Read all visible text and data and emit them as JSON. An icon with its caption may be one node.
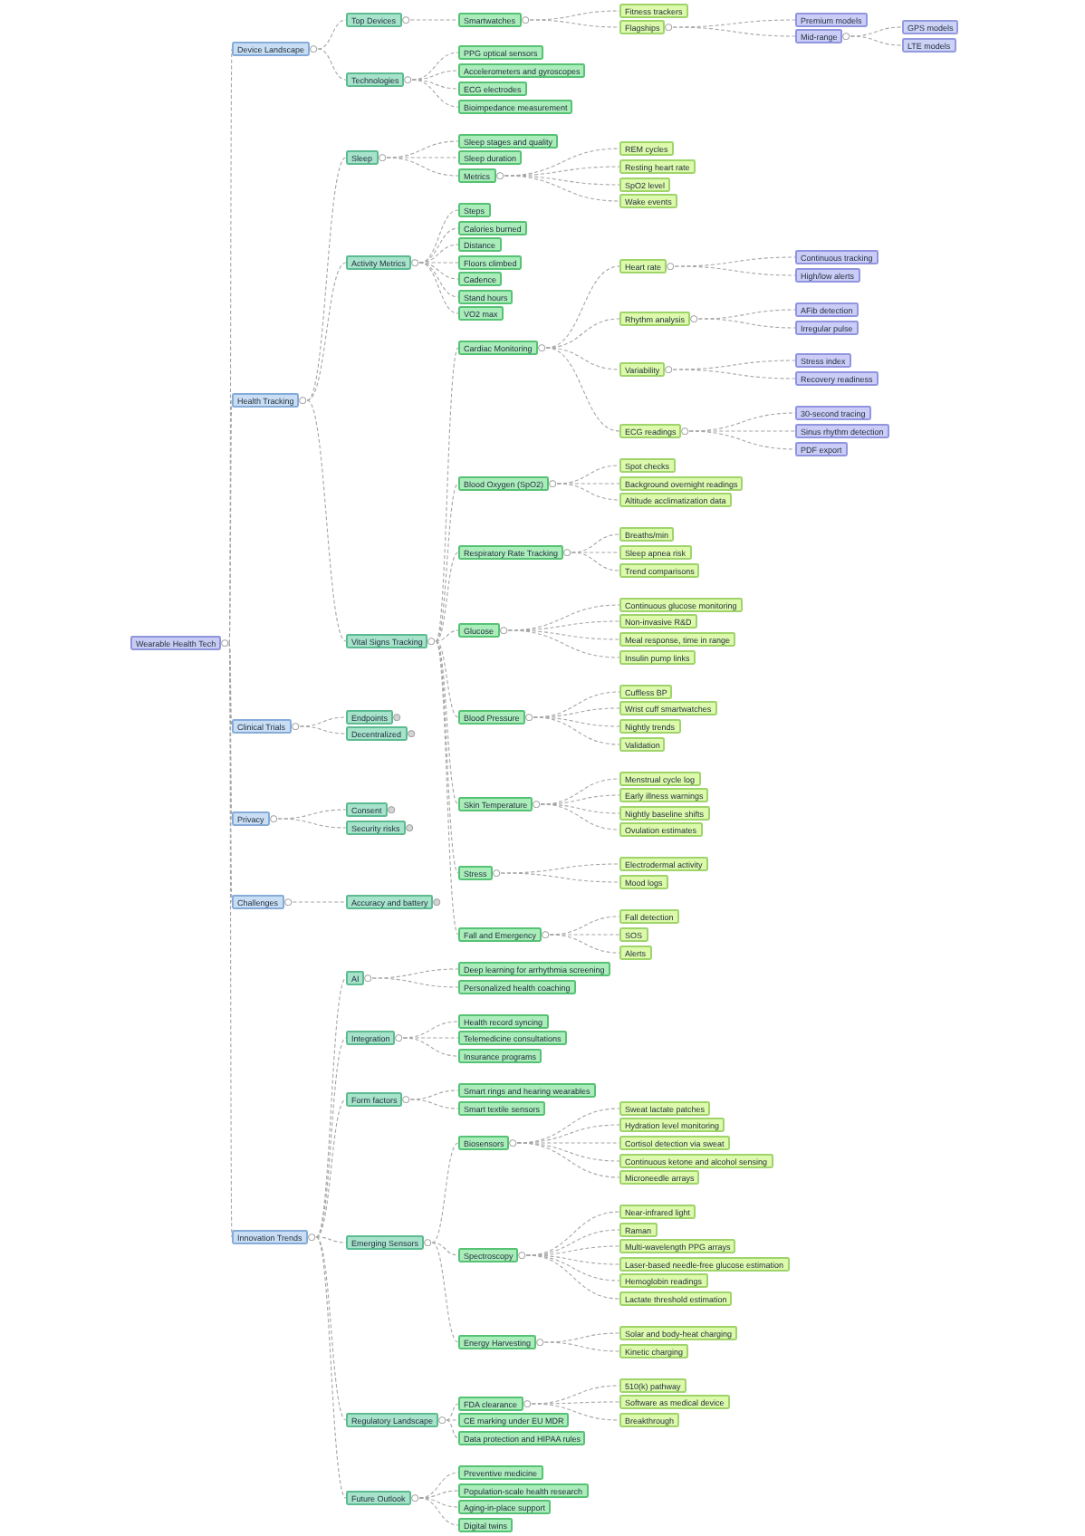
{
  "diagram": {
    "nodes": [
      {
        "text": [
          "Wearable Health Tech"
        ]
      },
      {
        "text": [
          "Device Landscape"
        ]
      },
      {
        "text": [
          "Top Devices"
        ]
      },
      {
        "text": [
          "Smartwatches"
        ]
      },
      {
        "text": [
          "Fitness trackers"
        ]
      },
      {
        "text": [
          "Flagships"
        ]
      },
      {
        "text": [
          "Premium models"
        ]
      },
      {
        "text": [
          "Mid-range"
        ]
      },
      {
        "text": [
          "GPS models"
        ]
      },
      {
        "text": [
          "LTE models"
        ]
      },
      {
        "text": [
          "Technologies"
        ]
      },
      {
        "text": [
          "PPG optical sensors"
        ]
      },
      {
        "text": [
          "Accelerometers and gyroscopes"
        ]
      },
      {
        "text": [
          "ECG electrodes"
        ]
      },
      {
        "text": [
          "Bioimpedance measurement"
        ]
      },
      {
        "text": [
          "Health Tracking"
        ]
      },
      {
        "text": [
          "Sleep"
        ]
      },
      {
        "text": [
          "Sleep stages and quality"
        ]
      },
      {
        "text": [
          "Sleep duration"
        ]
      },
      {
        "text": [
          "Metrics"
        ]
      },
      {
        "text": [
          "REM cycles"
        ]
      },
      {
        "text": [
          "Resting heart rate"
        ]
      },
      {
        "text": [
          "SpO2 level"
        ]
      },
      {
        "text": [
          "Wake events"
        ]
      },
      {
        "text": [
          "Activity Metrics"
        ]
      },
      {
        "text": [
          "Steps"
        ]
      },
      {
        "text": [
          "Calories burned"
        ]
      },
      {
        "text": [
          "Distance"
        ]
      },
      {
        "text": [
          "Floors climbed"
        ]
      },
      {
        "text": [
          "Cadence"
        ]
      },
      {
        "text": [
          "Stand hours"
        ]
      },
      {
        "text": [
          "VO2 max"
        ]
      },
      {
        "text": [
          "Vital Signs Tracking"
        ]
      },
      {
        "text": [
          "Cardiac Monitoring"
        ]
      },
      {
        "text": [
          "Heart rate"
        ]
      },
      {
        "text": [
          "Continuous tracking"
        ]
      },
      {
        "text": [
          "High/low alerts"
        ]
      },
      {
        "text": [
          "Rhythm analysis"
        ]
      },
      {
        "text": [
          "AFib detection"
        ]
      },
      {
        "text": [
          "Irregular pulse"
        ]
      },
      {
        "text": [
          "Variability"
        ]
      },
      {
        "text": [
          "Stress index"
        ]
      },
      {
        "text": [
          "Recovery readiness"
        ]
      },
      {
        "text": [
          "ECG readings"
        ]
      },
      {
        "text": [
          "30-second tracing"
        ]
      },
      {
        "text": [
          "Sinus rhythm detection"
        ]
      },
      {
        "text": [
          "PDF export"
        ]
      },
      {
        "text": [
          "Blood Oxygen (SpO2)"
        ]
      },
      {
        "text": [
          "Spot checks"
        ]
      },
      {
        "text": [
          "Background overnight readings"
        ]
      },
      {
        "text": [
          "Altitude acclimatization data"
        ]
      },
      {
        "text": [
          "Respiratory Rate Tracking"
        ]
      },
      {
        "text": [
          "Breaths/min"
        ]
      },
      {
        "text": [
          "Sleep apnea risk"
        ]
      },
      {
        "text": [
          "Trend comparisons"
        ]
      },
      {
        "text": [
          "Glucose"
        ]
      },
      {
        "text": [
          "Continuous glucose monitoring"
        ]
      },
      {
        "text": [
          "Non-invasive R&D"
        ]
      },
      {
        "text": [
          "Meal response, time in range"
        ]
      },
      {
        "text": [
          "Insulin pump links"
        ]
      },
      {
        "text": [
          "Blood Pressure"
        ]
      },
      {
        "text": [
          "Cuffless BP"
        ]
      },
      {
        "text": [
          "Wrist cuff smartwatches"
        ]
      },
      {
        "text": [
          "Nightly trends"
        ]
      },
      {
        "text": [
          "Validation"
        ]
      },
      {
        "text": [
          "Skin Temperature"
        ]
      },
      {
        "text": [
          "Menstrual cycle log"
        ]
      },
      {
        "text": [
          "Early illness warnings"
        ]
      },
      {
        "text": [
          "Nightly baseline shifts"
        ]
      },
      {
        "text": [
          "Ovulation estimates"
        ]
      },
      {
        "text": [
          "Stress"
        ]
      },
      {
        "text": [
          "Electrodermal activity"
        ]
      },
      {
        "text": [
          "Mood logs"
        ]
      },
      {
        "text": [
          "Fall and Emergency"
        ]
      },
      {
        "text": [
          "Fall detection"
        ]
      },
      {
        "text": [
          "SOS"
        ]
      },
      {
        "text": [
          "Alerts"
        ]
      },
      {
        "text": [
          "Clinical Trials"
        ]
      },
      {
        "text": [
          "Endpoints"
        ]
      },
      {
        "text": [
          "Decentralized"
        ]
      },
      {
        "text": [
          "Privacy"
        ]
      },
      {
        "text": [
          "Consent"
        ]
      },
      {
        "text": [
          "Security risks"
        ]
      },
      {
        "text": [
          "Challenges"
        ]
      },
      {
        "text": [
          "Accuracy and battery"
        ]
      },
      {
        "text": [
          "Innovation Trends"
        ]
      },
      {
        "text": [
          "AI"
        ]
      },
      {
        "text": [
          "Deep learning for arrhythmia screening"
        ]
      },
      {
        "text": [
          "Personalized health coaching"
        ]
      },
      {
        "text": [
          "Integration"
        ]
      },
      {
        "text": [
          "Health record syncing"
        ]
      },
      {
        "text": [
          "Telemedicine consultations"
        ]
      },
      {
        "text": [
          "Insurance programs"
        ]
      },
      {
        "text": [
          "Form factors"
        ]
      },
      {
        "text": [
          "Smart rings and hearing wearables"
        ]
      },
      {
        "text": [
          "Smart textile sensors"
        ]
      },
      {
        "text": [
          "Emerging Sensors"
        ]
      },
      {
        "text": [
          "Biosensors"
        ]
      },
      {
        "text": [
          "Sweat lactate patches"
        ]
      },
      {
        "text": [
          "Hydration level monitoring"
        ]
      },
      {
        "text": [
          "Cortisol detection via sweat"
        ]
      },
      {
        "text": [
          "Continuous ketone and alcohol sensing"
        ]
      },
      {
        "text": [
          "Microneedle arrays"
        ]
      },
      {
        "text": [
          "Spectroscopy"
        ]
      },
      {
        "text": [
          "Near-infrared light"
        ]
      },
      {
        "text": [
          "Raman"
        ]
      },
      {
        "text": [
          "Multi-wavelength PPG arrays"
        ]
      },
      {
        "text": [
          "Laser-based needle-free glucose estimation"
        ]
      },
      {
        "text": [
          "Hemoglobin readings"
        ]
      },
      {
        "text": [
          "Lactate threshold estimation"
        ]
      },
      {
        "text": [
          "Energy Harvesting"
        ]
      },
      {
        "text": [
          "Solar and body-heat charging"
        ]
      },
      {
        "text": [
          "Kinetic charging"
        ]
      },
      {
        "text": [
          "Regulatory Landscape"
        ]
      },
      {
        "text": [
          "FDA clearance"
        ]
      },
      {
        "text": [
          "510(k) pathway"
        ]
      },
      {
        "text": [
          "Software as medical device"
        ]
      },
      {
        "text": [
          "Breakthrough"
        ]
      },
      {
        "text": [
          "CE marking under EU MDR"
        ]
      },
      {
        "text": [
          "Data protection and HIPAA rules"
        ]
      },
      {
        "text": [
          "Future Outlook"
        ]
      },
      {
        "text": [
          "Preventive medicine"
        ]
      },
      {
        "text": [
          "Population-scale health research"
        ]
      },
      {
        "text": [
          "Aging-in-place support"
        ]
      },
      {
        "text": [
          "Digital twins"
        ]
      }
    ],
    "edges": [
      {
        "from": 0,
        "to": 1,
        "arrow": "none",
        "style": "dashed"
      },
      {
        "from": 1,
        "to": 2,
        "arrow": "none",
        "style": "dashed"
      },
      {
        "from": 2,
        "to": 3,
        "arrow": "none",
        "style": "dashed"
      },
      {
        "from": 3,
        "to": 4,
        "arrow": "none",
        "style": "dashed"
      },
      {
        "from": 3,
        "to": 5,
        "arrow": "none",
        "style": "dashed"
      },
      {
        "from": 5,
        "to": 6,
        "arrow": "none",
        "style": "dashed"
      },
      {
        "from": 5,
        "to": 7,
        "arrow": "none",
        "style": "dashed"
      },
      {
        "from": 7,
        "to": 8,
        "arrow": "none",
        "style": "dashed"
      },
      {
        "from": 7,
        "to": 9,
        "arrow": "none",
        "style": "dashed"
      },
      {
        "from": 1,
        "to": 10,
        "arrow": "none",
        "style": "dashed"
      },
      {
        "from": 10,
        "to": 11,
        "arrow": "none",
        "style": "dashed"
      },
      {
        "from": 10,
        "to": 12,
        "arrow": "none",
        "style": "dashed"
      },
      {
        "from": 10,
        "to": 13,
        "arrow": "none",
        "style": "dashed"
      },
      {
        "from": 10,
        "to": 14,
        "arrow": "none",
        "style": "dashed"
      },
      {
        "from": 0,
        "to": 15,
        "arrow": "none",
        "style": "dashed"
      },
      {
        "from": 15,
        "to": 16,
        "arrow": "none",
        "style": "dashed"
      },
      {
        "from": 16,
        "to": 17,
        "arrow": "none",
        "style": "dashed"
      },
      {
        "from": 16,
        "to": 18,
        "arrow": "none",
        "style": "dashed"
      },
      {
        "from": 16,
        "to": 19,
        "arrow": "none",
        "style": "dashed"
      },
      {
        "from": 19,
        "to": 20,
        "arrow": "none",
        "style": "dashed"
      },
      {
        "from": 19,
        "to": 21,
        "arrow": "none",
        "style": "dashed"
      },
      {
        "from": 19,
        "to": 22,
        "arrow": "none",
        "style": "dashed"
      },
      {
        "from": 19,
        "to": 23,
        "arrow": "none",
        "style": "dashed"
      },
      {
        "from": 15,
        "to": 24,
        "arrow": "none",
        "style": "dashed"
      },
      {
        "from": 24,
        "to": 25,
        "arrow": "none",
        "style": "dashed"
      },
      {
        "from": 24,
        "to": 26,
        "arrow": "none",
        "style": "dashed"
      },
      {
        "from": 24,
        "to": 27,
        "arrow": "none",
        "style": "dashed"
      },
      {
        "from": 24,
        "to": 28,
        "arrow": "none",
        "style": "dashed"
      },
      {
        "from": 24,
        "to": 29,
        "arrow": "none",
        "style": "dashed"
      },
      {
        "from": 24,
        "to": 30,
        "arrow": "none",
        "style": "dashed"
      },
      {
        "from": 24,
        "to": 31,
        "arrow": "none",
        "style": "dashed"
      },
      {
        "from": 15,
        "to": 32,
        "arrow": "none",
        "style": "dashed"
      },
      {
        "from": 32,
        "to": 33,
        "arrow": "none",
        "style": "dashed"
      },
      {
        "from": 33,
        "to": 34,
        "arrow": "none",
        "style": "dashed"
      },
      {
        "from": 34,
        "to": 35,
        "arrow": "none",
        "style": "dashed"
      },
      {
        "from": 34,
        "to": 36,
        "arrow": "none",
        "style": "dashed"
      },
      {
        "from": 33,
        "to": 37,
        "arrow": "none",
        "style": "dashed"
      },
      {
        "from": 37,
        "to": 38,
        "arrow": "none",
        "style": "dashed"
      },
      {
        "from": 37,
        "to": 39,
        "arrow": "none",
        "style": "dashed"
      },
      {
        "from": 33,
        "to": 40,
        "arrow": "none",
        "style": "dashed"
      },
      {
        "from": 40,
        "to": 41,
        "arrow": "none",
        "style": "dashed"
      },
      {
        "from": 40,
        "to": 42,
        "arrow": "none",
        "style": "dashed"
      },
      {
        "from": 33,
        "to": 43,
        "arrow": "none",
        "style": "dashed"
      },
      {
        "from": 43,
        "to": 44,
        "arrow": "none",
        "style": "dashed"
      },
      {
        "from": 43,
        "to": 45,
        "arrow": "none",
        "style": "dashed"
      },
      {
        "from": 43,
        "to": 46,
        "arrow": "none",
        "style": "dashed"
      },
      {
        "from": 32,
        "to": 47,
        "arrow": "none",
        "style": "dashed"
      },
      {
        "from": 47,
        "to": 48,
        "arrow": "none",
        "style": "dashed"
      },
      {
        "from": 47,
        "to": 49,
        "arrow": "none",
        "style": "dashed"
      },
      {
        "from": 47,
        "to": 50,
        "arrow": "none",
        "style": "dashed"
      },
      {
        "from": 32,
        "to": 51,
        "arrow": "none",
        "style": "dashed"
      },
      {
        "from": 51,
        "to": 52,
        "arrow": "none",
        "style": "dashed"
      },
      {
        "from": 51,
        "to": 53,
        "arrow": "none",
        "style": "dashed"
      },
      {
        "from": 51,
        "to": 54,
        "arrow": "none",
        "style": "dashed"
      },
      {
        "from": 32,
        "to": 55,
        "arrow": "none",
        "style": "dashed"
      },
      {
        "from": 55,
        "to": 56,
        "arrow": "none",
        "style": "dashed"
      },
      {
        "from": 55,
        "to": 57,
        "arrow": "none",
        "style": "dashed"
      },
      {
        "from": 55,
        "to": 58,
        "arrow": "none",
        "style": "dashed"
      },
      {
        "from": 55,
        "to": 59,
        "arrow": "none",
        "style": "dashed"
      },
      {
        "from": 32,
        "to": 60,
        "arrow": "none",
        "style": "dashed"
      },
      {
        "from": 60,
        "to": 61,
        "arrow": "none",
        "style": "dashed"
      },
      {
        "from": 60,
        "to": 62,
        "arrow": "none",
        "style": "dashed"
      },
      {
        "from": 60,
        "to": 63,
        "arrow": "none",
        "style": "dashed"
      },
      {
        "from": 60,
        "to": 64,
        "arrow": "none",
        "style": "dashed"
      },
      {
        "from": 32,
        "to": 65,
        "arrow": "none",
        "style": "dashed"
      },
      {
        "from": 65,
        "to": 66,
        "arrow": "none",
        "style": "dashed"
      },
      {
        "from": 65,
        "to": 67,
        "arrow": "none",
        "style": "dashed"
      },
      {
        "from": 65,
        "to": 68,
        "arrow": "none",
        "style": "dashed"
      },
      {
        "from": 65,
        "to": 69,
        "arrow": "none",
        "style": "dashed"
      },
      {
        "from": 32,
        "to": 70,
        "arrow": "none",
        "style": "dashed"
      },
      {
        "from": 70,
        "to": 71,
        "arrow": "none",
        "style": "dashed"
      },
      {
        "from": 70,
        "to": 72,
        "arrow": "none",
        "style": "dashed"
      },
      {
        "from": 32,
        "to": 73,
        "arrow": "none",
        "style": "dashed"
      },
      {
        "from": 73,
        "to": 74,
        "arrow": "none",
        "style": "dashed"
      },
      {
        "from": 73,
        "to": 75,
        "arrow": "none",
        "style": "dashed"
      },
      {
        "from": 73,
        "to": 76,
        "arrow": "none",
        "style": "dashed"
      },
      {
        "from": 0,
        "to": 77,
        "arrow": "none",
        "style": "dashed"
      },
      {
        "from": 77,
        "to": 78,
        "arrow": "none",
        "style": "dashed"
      },
      {
        "from": 77,
        "to": 79,
        "arrow": "none",
        "style": "dashed"
      },
      {
        "from": 0,
        "to": 80,
        "arrow": "none",
        "style": "dashed"
      },
      {
        "from": 80,
        "to": 81,
        "arrow": "none",
        "style": "dashed"
      },
      {
        "from": 80,
        "to": 82,
        "arrow": "none",
        "style": "dashed"
      },
      {
        "from": 0,
        "to": 83,
        "arrow": "none",
        "style": "dashed"
      },
      {
        "from": 83,
        "to": 84,
        "arrow": "none",
        "style": "dashed"
      },
      {
        "from": 0,
        "to": 85,
        "arrow": "none",
        "style": "dashed"
      },
      {
        "from": 85,
        "to": 86,
        "arrow": "none",
        "style": "dashed"
      },
      {
        "from": 86,
        "to": 87,
        "arrow": "none",
        "style": "dashed"
      },
      {
        "from": 86,
        "to": 88,
        "arrow": "none",
        "style": "dashed"
      },
      {
        "from": 85,
        "to": 89,
        "arrow": "none",
        "style": "dashed"
      },
      {
        "from": 89,
        "to": 90,
        "arrow": "none",
        "style": "dashed"
      },
      {
        "from": 89,
        "to": 91,
        "arrow": "none",
        "style": "dashed"
      },
      {
        "from": 89,
        "to": 92,
        "arrow": "none",
        "style": "dashed"
      },
      {
        "from": 85,
        "to": 93,
        "arrow": "none",
        "style": "dashed"
      },
      {
        "from": 93,
        "to": 94,
        "arrow": "none",
        "style": "dashed"
      },
      {
        "from": 93,
        "to": 95,
        "arrow": "none",
        "style": "dashed"
      },
      {
        "from": 85,
        "to": 96,
        "arrow": "none",
        "style": "dashed"
      },
      {
        "from": 96,
        "to": 97,
        "arrow": "none",
        "style": "dashed"
      },
      {
        "from": 97,
        "to": 98,
        "arrow": "none",
        "style": "dashed"
      },
      {
        "from": 97,
        "to": 99,
        "arrow": "none",
        "style": "dashed"
      },
      {
        "from": 97,
        "to": 100,
        "arrow": "none",
        "style": "dashed"
      },
      {
        "from": 97,
        "to": 101,
        "arrow": "none",
        "style": "dashed"
      },
      {
        "from": 97,
        "to": 102,
        "arrow": "none",
        "style": "dashed"
      },
      {
        "from": 96,
        "to": 103,
        "arrow": "none",
        "style": "dashed"
      },
      {
        "from": 103,
        "to": 104,
        "arrow": "none",
        "style": "dashed"
      },
      {
        "from": 103,
        "to": 105,
        "arrow": "none",
        "style": "dashed"
      },
      {
        "from": 103,
        "to": 106,
        "arrow": "none",
        "style": "dashed"
      },
      {
        "from": 103,
        "to": 107,
        "arrow": "none",
        "style": "dashed"
      },
      {
        "from": 103,
        "to": 108,
        "arrow": "none",
        "style": "dashed"
      },
      {
        "from": 103,
        "to": 109,
        "arrow": "none",
        "style": "dashed"
      },
      {
        "from": 96,
        "to": 110,
        "arrow": "none",
        "style": "dashed"
      },
      {
        "from": 110,
        "to": 111,
        "arrow": "none",
        "style": "dashed"
      },
      {
        "from": 110,
        "to": 112,
        "arrow": "none",
        "style": "dashed"
      },
      {
        "from": 85,
        "to": 113,
        "arrow": "none",
        "style": "dashed"
      },
      {
        "from": 113,
        "to": 114,
        "arrow": "none",
        "style": "dashed"
      },
      {
        "from": 114,
        "to": 115,
        "arrow": "none",
        "style": "dashed"
      },
      {
        "from": 114,
        "to": 116,
        "arrow": "none",
        "style": "dashed"
      },
      {
        "from": 114,
        "to": 117,
        "arrow": "none",
        "style": "dashed"
      },
      {
        "from": 113,
        "to": 118,
        "arrow": "none",
        "style": "dashed"
      },
      {
        "from": 113,
        "to": 119,
        "arrow": "none",
        "style": "dashed"
      },
      {
        "from": 85,
        "to": 120,
        "arrow": "none",
        "style": "dashed"
      },
      {
        "from": 120,
        "to": 121,
        "arrow": "none",
        "style": "dashed"
      },
      {
        "from": 120,
        "to": 122,
        "arrow": "none",
        "style": "dashed"
      },
      {
        "from": 120,
        "to": 123,
        "arrow": "none",
        "style": "dashed"
      },
      {
        "from": 120,
        "to": 124,
        "arrow": "none",
        "style": "dashed"
      }
    ]
  }
}
